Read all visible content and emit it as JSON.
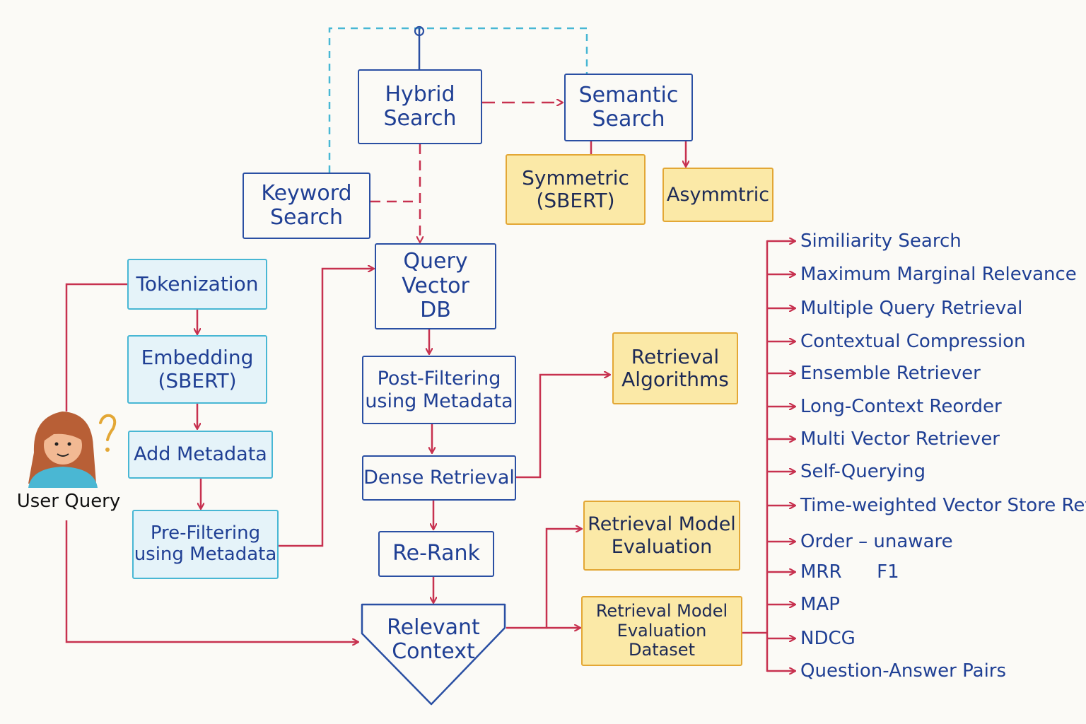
{
  "nodes": {
    "hybrid_search": "Hybrid\nSearch",
    "semantic_search": "Semantic\nSearch",
    "symmetric": "Symmetric\n(SBERT)",
    "asymmetric": "Asymmtric",
    "keyword_search": "Keyword\nSearch",
    "query_vector_db": "Query\nVector\nDB",
    "tokenization": "Tokenization",
    "embedding": "Embedding\n(SBERT)",
    "add_metadata": "Add Metadata",
    "pre_filtering": "Pre-Filtering\nusing Metadata",
    "post_filtering": "Post-Filtering\nusing Metadata",
    "dense_retrieval": "Dense Retrieval",
    "re_rank": "Re-Rank",
    "relevant_context": "Relevant\nContext",
    "retrieval_algorithms": "Retrieval\nAlgorithms",
    "retrieval_model_evaluation": "Retrieval Model\nEvaluation",
    "retrieval_model_evaluation_dataset": "Retrieval Model\nEvaluation Dataset",
    "user_query": "User Query"
  },
  "algorithms": [
    "Similiarity Search",
    "Maximum Marginal Relevance",
    "Multiple Query Retrieval",
    "Contextual Compression",
    "Ensemble Retriever",
    "Long-Context Reorder",
    "Multi Vector Retriever",
    "Self-Querying",
    "Time-weighted Vector Store Ret.",
    "Order – unaware",
    "MRR      F1",
    "MAP",
    "NDCG",
    "Question-Answer Pairs"
  ],
  "colors": {
    "arrow": "#c7314f",
    "blue_border": "#2a4fa3",
    "text": "#1f3f94",
    "cyan_border": "#48b7d4",
    "cyan_fill": "#e5f3f9",
    "yellow_border": "#e3a735",
    "yellow_fill": "#fbe9a7",
    "dashed_link": "#48b7d4"
  },
  "icons": {
    "user": "person-avatar-icon",
    "question": "question-mark-icon"
  }
}
